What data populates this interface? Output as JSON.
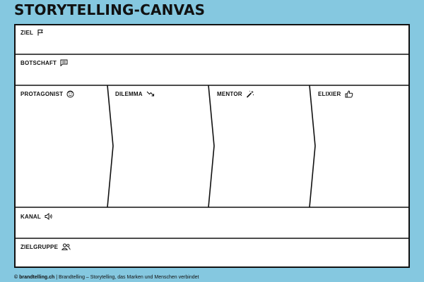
{
  "title": "STORYTELLING-CANVAS",
  "fields": {
    "ziel": {
      "label": "ZIEL",
      "icon": "flag-icon"
    },
    "botschaft": {
      "label": "BOTSCHAFT",
      "icon": "message-icon"
    },
    "protagonist": {
      "label": "PROTAGONIST",
      "icon": "face-icon"
    },
    "dilemma": {
      "label": "DILEMMA",
      "icon": "trending-down-icon"
    },
    "mentor": {
      "label": "MENTOR",
      "icon": "magic-wand-icon"
    },
    "elixier": {
      "label": "ELIXIER",
      "icon": "thumbs-up-icon"
    },
    "kanal": {
      "label": "KANAL",
      "icon": "speaker-icon"
    },
    "zielgruppe": {
      "label": "ZIELGRUPPE",
      "icon": "group-icon"
    }
  },
  "footer": {
    "copyright": "© brandtelling.ch",
    "text": " | Brandtelling – Storytelling, das Marken und Menschen verbindet"
  },
  "colors": {
    "background": "#85c8e0",
    "canvas": "#ffffff",
    "ink": "#111111"
  }
}
